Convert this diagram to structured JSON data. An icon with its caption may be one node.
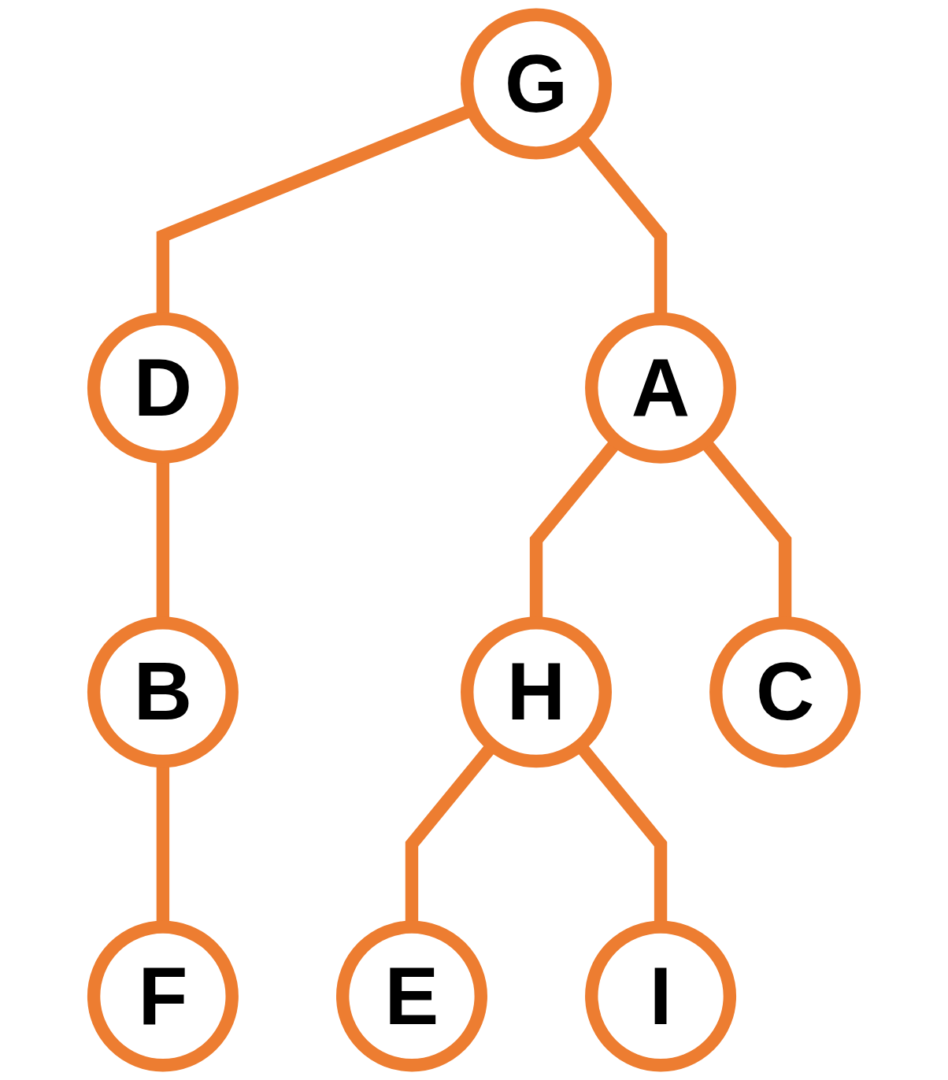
{
  "diagram": {
    "nodes": [
      {
        "text": [
          "G"
        ]
      },
      {
        "text": [
          "D"
        ]
      },
      {
        "text": [
          "A"
        ]
      },
      {
        "text": [
          "B"
        ]
      },
      {
        "text": [
          "H"
        ]
      },
      {
        "text": [
          "C"
        ]
      },
      {
        "text": [
          "F"
        ]
      },
      {
        "text": [
          "E"
        ]
      },
      {
        "text": [
          "I"
        ]
      }
    ],
    "edges": [
      {
        "from": 0,
        "to": 1,
        "arrow": "none"
      },
      {
        "from": 0,
        "to": 2,
        "arrow": "none"
      },
      {
        "from": 1,
        "to": 3,
        "arrow": "none"
      },
      {
        "from": 2,
        "to": 4,
        "arrow": "none"
      },
      {
        "from": 2,
        "to": 5,
        "arrow": "none"
      },
      {
        "from": 3,
        "to": 6,
        "arrow": "none"
      },
      {
        "from": 4,
        "to": 7,
        "arrow": "none"
      },
      {
        "from": 4,
        "to": 8,
        "arrow": "none"
      }
    ]
  }
}
